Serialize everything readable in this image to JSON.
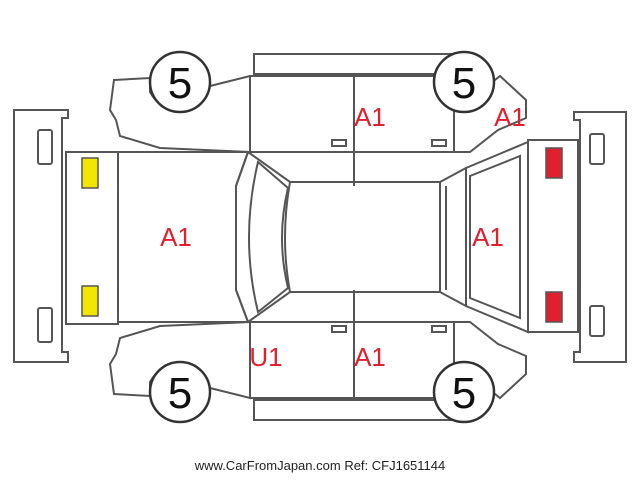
{
  "diagram": {
    "damage_codes": {
      "roof": "A1",
      "bonnet": "A1",
      "rear_glass_area": "A1",
      "right_rear_fender": "A1",
      "left_front_door": "U1",
      "left_rear_door": "A1"
    },
    "tire_values": {
      "right_front": "5",
      "right_rear": "5",
      "left_front": "5",
      "left_rear": "5"
    },
    "lamp_colors": {
      "front_lamps": "#f2e600",
      "rear_lamps": "#e0202c"
    }
  },
  "footer": {
    "site": "www.CarFromJapan.com",
    "ref": "Ref: CFJ1651144"
  }
}
